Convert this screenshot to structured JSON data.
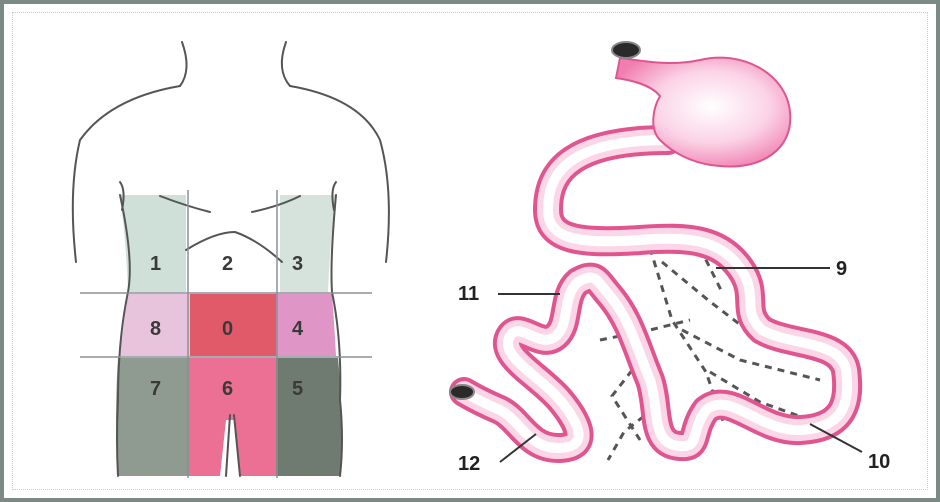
{
  "abdomen_regions": [
    {
      "id": "1",
      "label": "1",
      "color": "#cfe0d8"
    },
    {
      "id": "2",
      "label": "2",
      "color": "#ffffff"
    },
    {
      "id": "3",
      "label": "3",
      "color": "#d5e3dc"
    },
    {
      "id": "8",
      "label": "8",
      "color": "#e8c4dc"
    },
    {
      "id": "0",
      "label": "0",
      "color": "#e05a6a"
    },
    {
      "id": "4",
      "label": "4",
      "color": "#df95c6"
    },
    {
      "id": "7",
      "label": "7",
      "color": "#8f9a90"
    },
    {
      "id": "6",
      "label": "6",
      "color": "#ec6f94"
    },
    {
      "id": "5",
      "label": "5",
      "color": "#6f7a70"
    }
  ],
  "intestine_labels": {
    "l9": "9",
    "l10": "10",
    "l11": "11",
    "l12": "12"
  },
  "colors": {
    "stomach": "#f07fb0",
    "intestine_edge": "#e0558f",
    "body_outline": "#555555",
    "frame": "#7a8a85"
  }
}
